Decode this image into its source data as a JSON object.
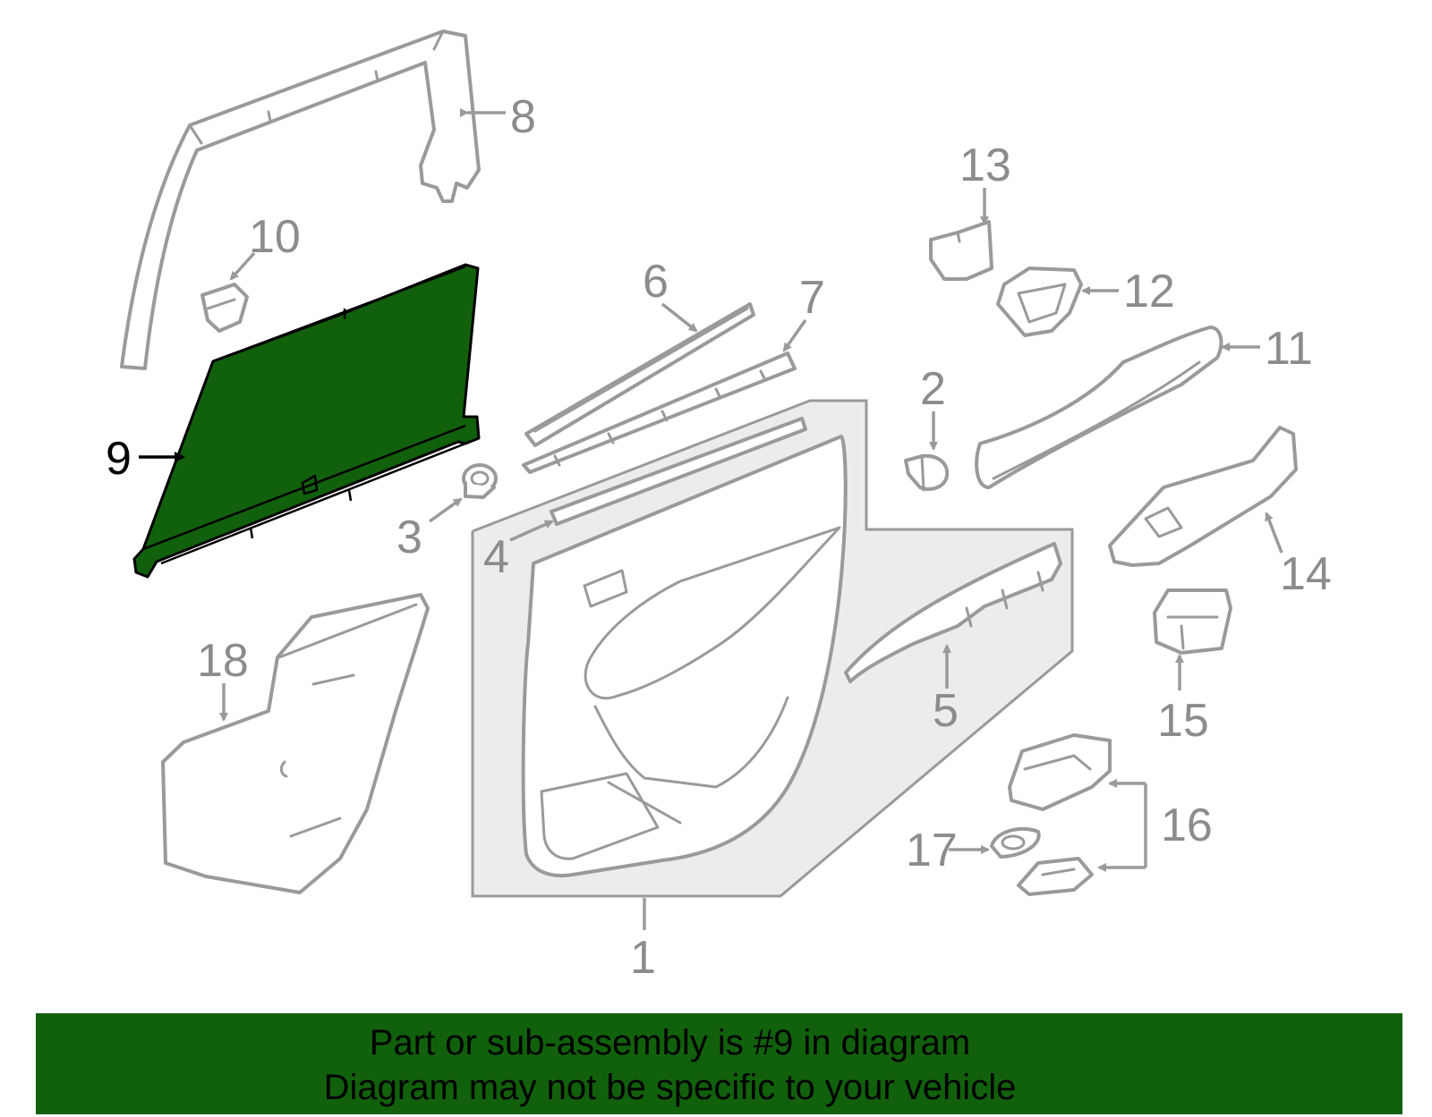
{
  "callouts": {
    "c1": "1",
    "c2": "2",
    "c3": "3",
    "c4": "4",
    "c5": "5",
    "c6": "6",
    "c7": "7",
    "c8": "8",
    "c9": "9",
    "c10": "10",
    "c11": "11",
    "c12": "12",
    "c13": "13",
    "c14": "14",
    "c15": "15",
    "c16": "16",
    "c17": "17",
    "c18": "18"
  },
  "highlight": {
    "selected_part": "9",
    "color": "#11600c"
  },
  "banner": {
    "line1": "Part or sub-assembly is #9 in diagram",
    "line2": "Diagram may not be specific to your vehicle",
    "background": "#11600c"
  }
}
